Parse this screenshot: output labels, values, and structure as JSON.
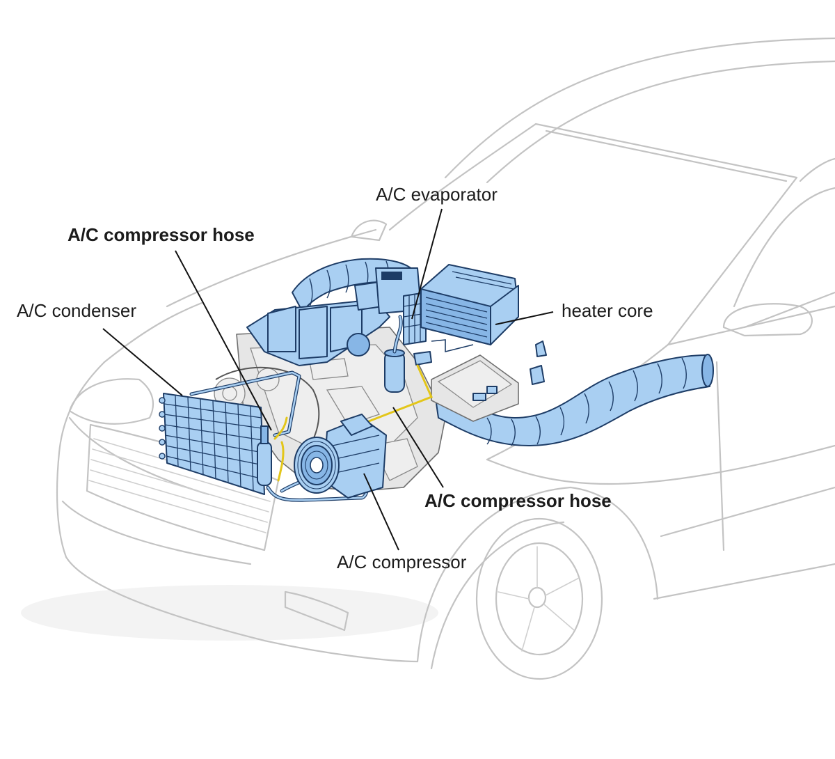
{
  "labels": {
    "evaporator": "A/C evaporator",
    "compressor_hose_top": "A/C compressor hose",
    "condenser": "A/C condenser",
    "heater_core": "heater core",
    "compressor_hose_bottom": "A/C compressor hose",
    "compressor": "A/C compressor"
  },
  "colors": {
    "component_fill": "#a9cff2",
    "component_outline": "#1d3c66",
    "car_outline": "#c3c3c3",
    "engine_fill": "#e6e6e6",
    "hose_line": "#e3c61a",
    "label_text": "#1c1c1c"
  }
}
